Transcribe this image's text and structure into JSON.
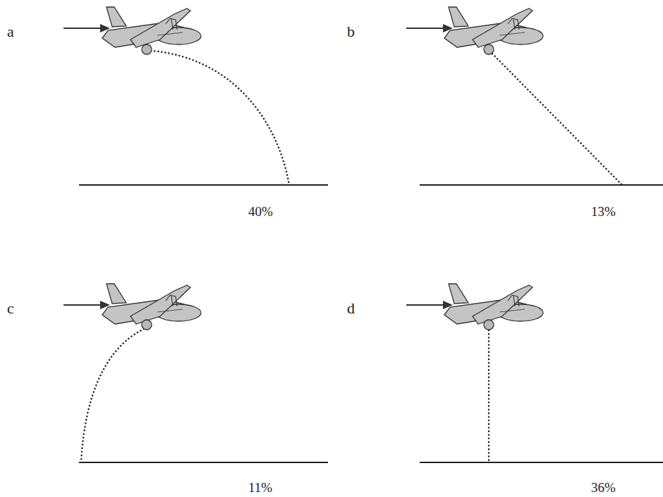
{
  "diagram": {
    "labels": [
      "a",
      "40%",
      "b",
      "13%",
      "c",
      "11%",
      "d",
      "36%"
    ]
  }
}
